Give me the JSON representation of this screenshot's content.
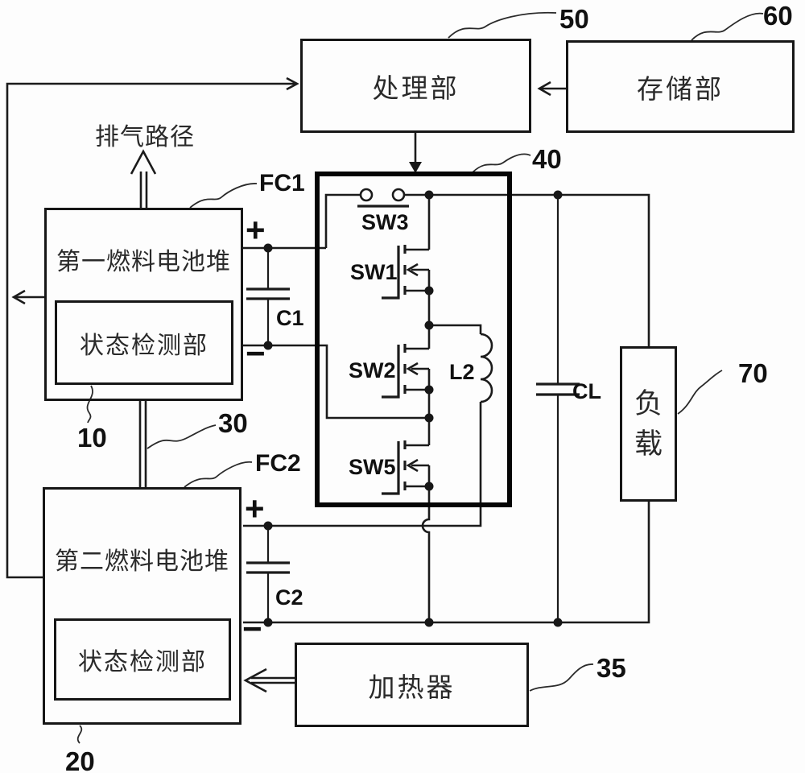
{
  "colors": {
    "line": "#1b1b1b",
    "background": "#fdfdfd"
  },
  "blocks": {
    "processing": {
      "label": "处理部",
      "ref": "50"
    },
    "storage": {
      "label": "存储部",
      "ref": "60"
    },
    "converter": {
      "ref": "40"
    },
    "fc1": {
      "label": "第一燃料电池堆",
      "tag": "FC1",
      "ref": "10",
      "detector": "状态检测部"
    },
    "fc2": {
      "label": "第二燃料电池堆",
      "tag": "FC2",
      "ref": "20",
      "detector": "状态检测部"
    },
    "load": {
      "label": "负载",
      "ref": "70"
    },
    "heater": {
      "label": "加热器",
      "ref": "35"
    },
    "stack_bus": {
      "ref": "30"
    }
  },
  "components": {
    "sw3": "SW3",
    "sw1": "SW1",
    "sw2": "SW2",
    "sw5": "SW5",
    "l2": "L2",
    "c1": "C1",
    "c2": "C2",
    "cl": "CL"
  },
  "annotations": {
    "exhaust_path": "排气路径",
    "plus": "+",
    "minus": "−"
  }
}
